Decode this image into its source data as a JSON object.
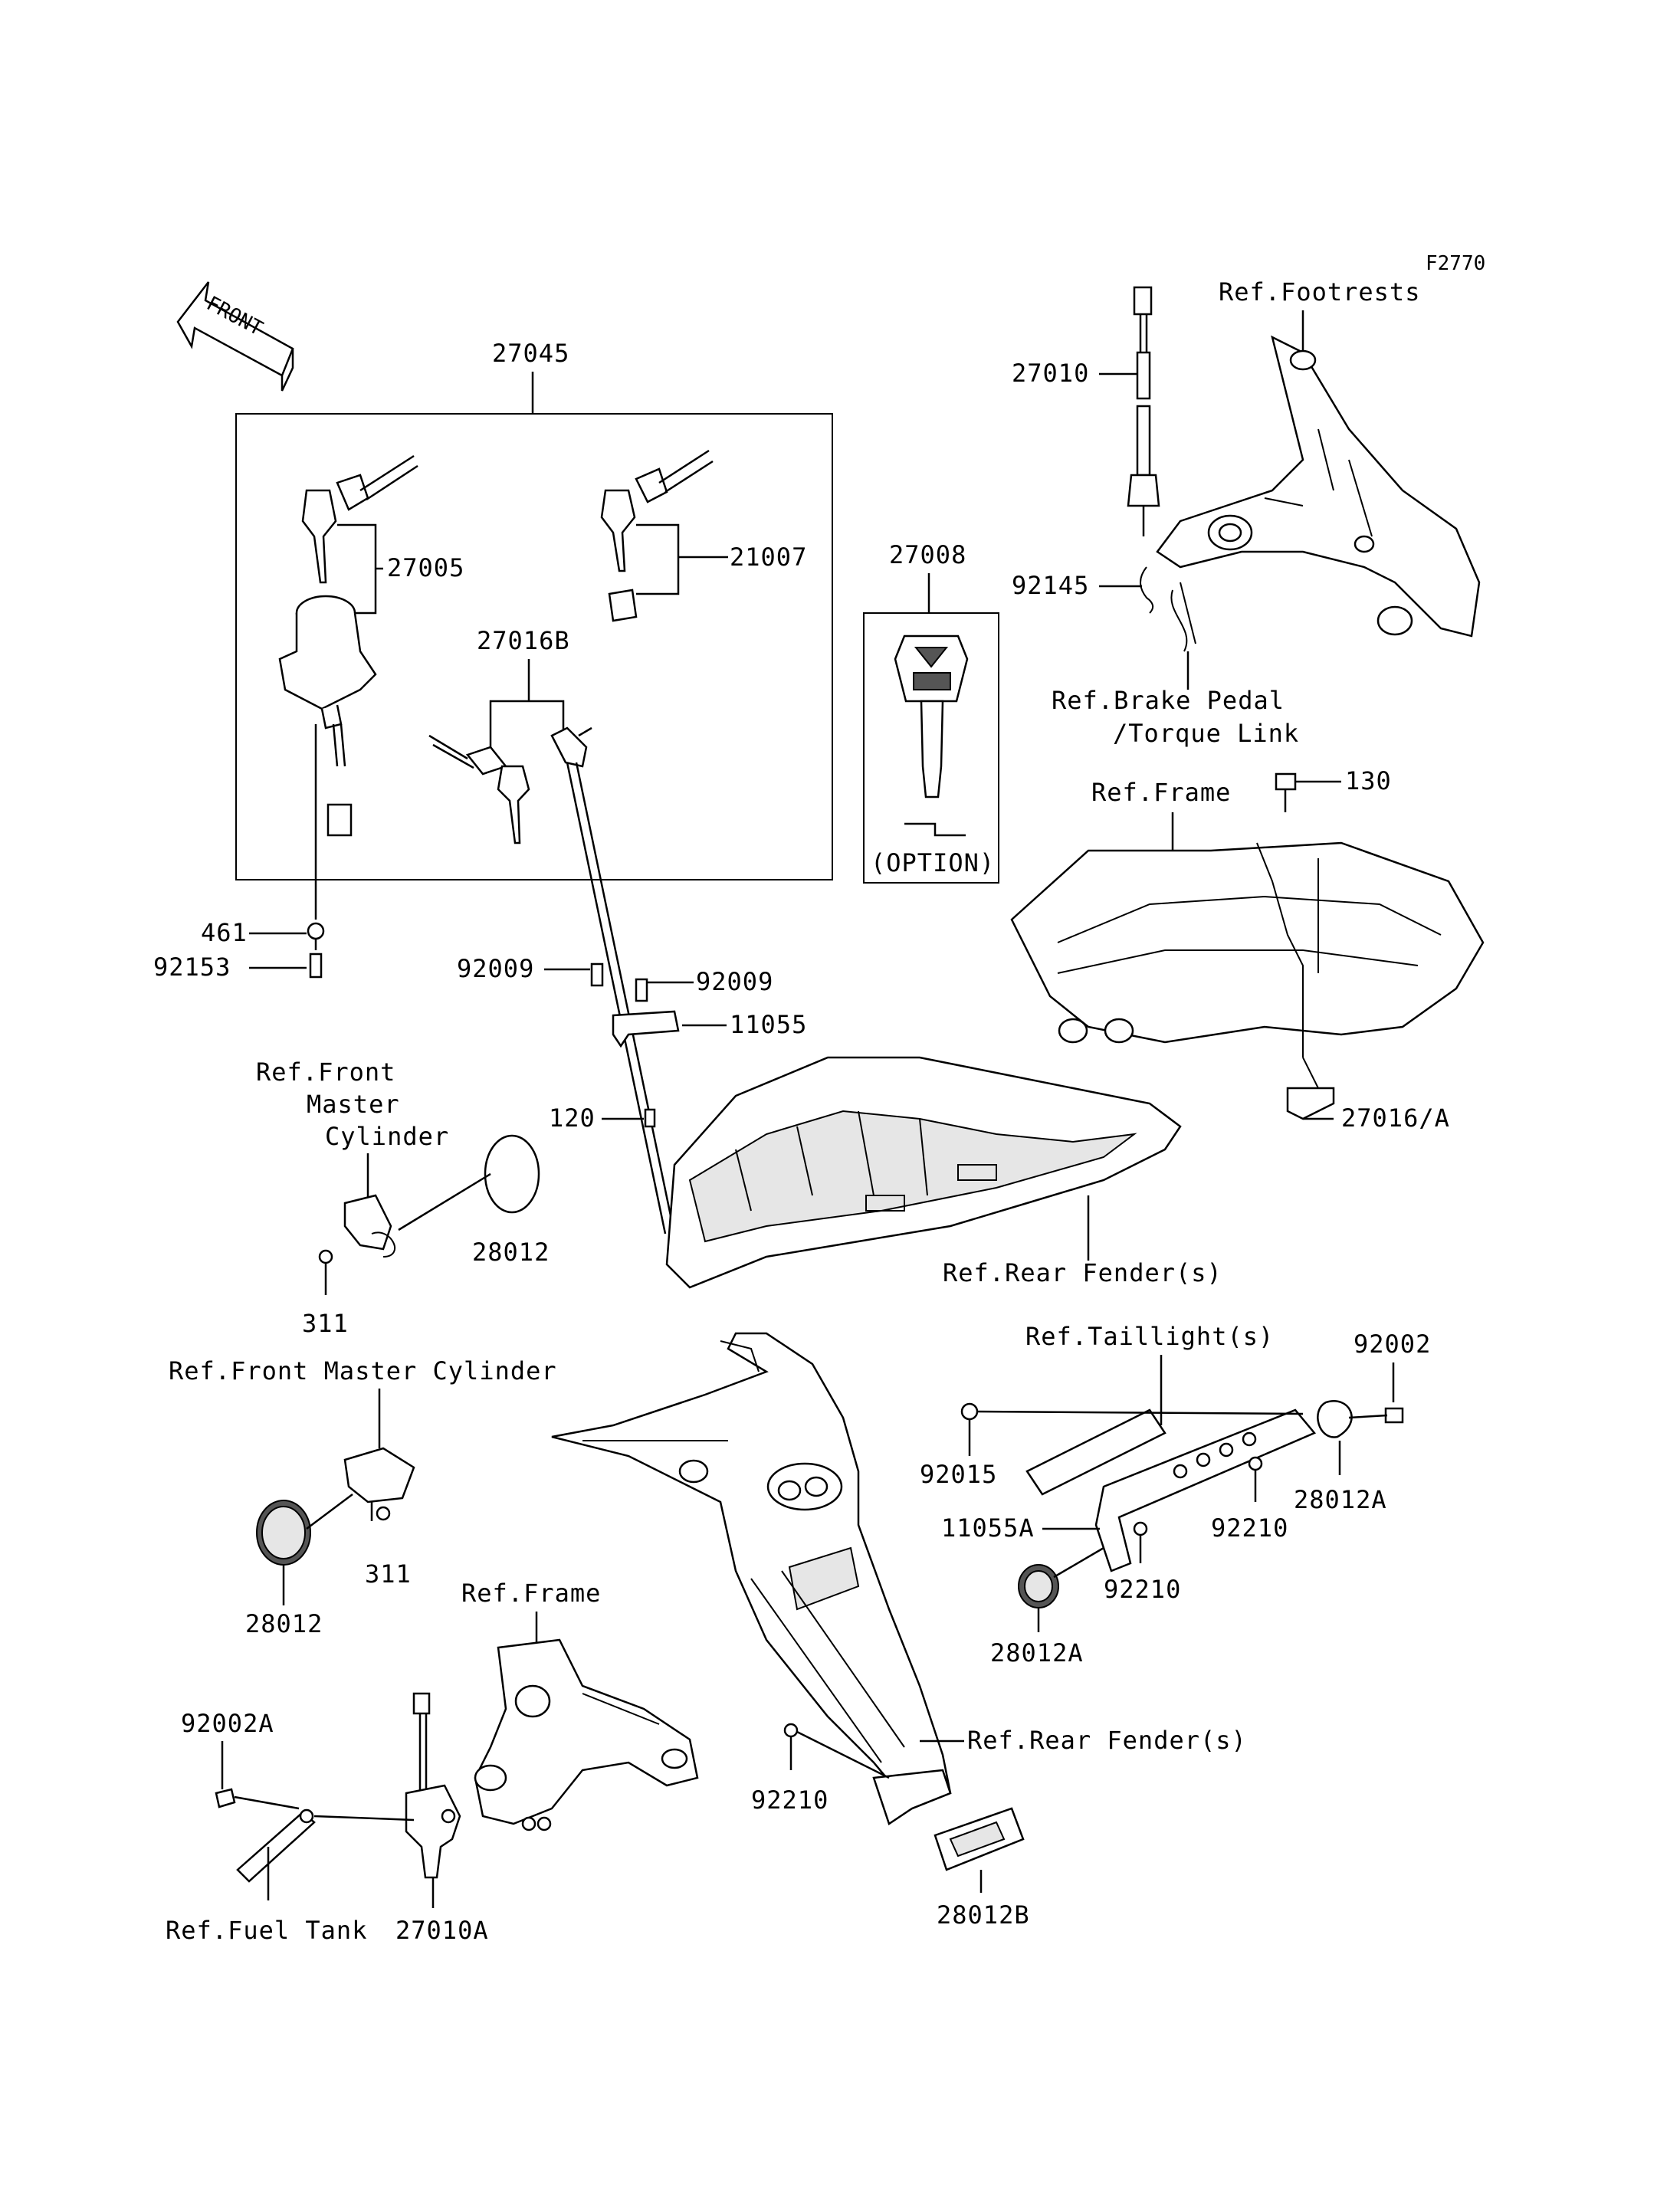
{
  "figure_code": "F2770",
  "front_arrow": {
    "label": "FRONT"
  },
  "labels": {
    "l27045": "27045",
    "l27005": "27005",
    "l21007": "21007",
    "l27016B": "27016B",
    "l27008": "27008",
    "option": "(OPTION)",
    "l27010": "27010",
    "ref_footrests": "Ref.Footrests",
    "l92145": "92145",
    "ref_brake_pedal_1": "Ref.Brake Pedal",
    "ref_brake_pedal_2": "/Torque Link",
    "l130": "130",
    "ref_frame_1": "Ref.Frame",
    "l27016A": "27016/A",
    "l461": "461",
    "l92153": "92153",
    "l92009a": "92009",
    "l92009b": "92009",
    "l11055": "11055",
    "l120": "120",
    "ref_front_master_1a": "Ref.Front",
    "ref_front_master_1b": "Master",
    "ref_front_master_1c": "Cylinder",
    "l28012a": "28012",
    "l311a": "311",
    "ref_rear_fender_1": "Ref.Rear Fender(s)",
    "ref_front_master_2": "Ref.Front Master Cylinder",
    "l311b": "311",
    "l28012b": "28012",
    "ref_taillight": "Ref.Taillight(s)",
    "l92002": "92002",
    "l92015": "92015",
    "l28012A_top": "28012A",
    "l92210a": "92210",
    "l11055A": "11055A",
    "l92210b": "92210",
    "l28012A_bot": "28012A",
    "ref_frame_2": "Ref.Frame",
    "l92002A": "92002A",
    "ref_rear_fender_2": "Ref.Rear Fender(s)",
    "l92210c": "92210",
    "ref_fuel_tank": "Ref.Fuel Tank",
    "l27010A": "27010A",
    "l28012B": "28012B"
  }
}
